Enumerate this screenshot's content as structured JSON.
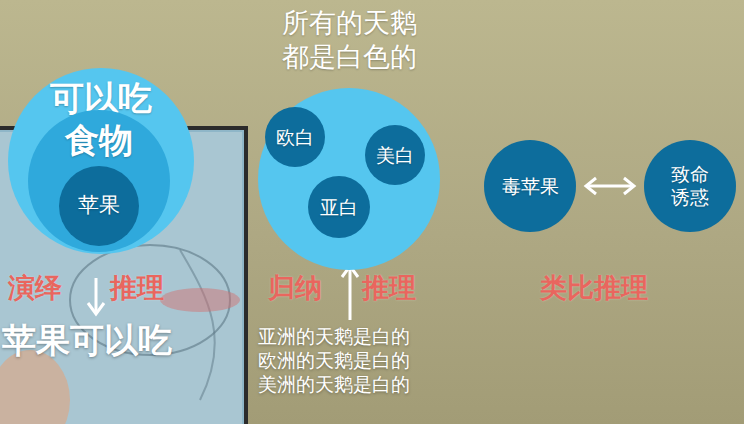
{
  "diagram": {
    "nodes": [
      {
        "text": [
          "可以吃"
        ]
      },
      {
        "text": [
          "食物"
        ],
        "in": 0
      },
      {
        "text": [
          "苹果"
        ],
        "in": 1
      },
      {
        "text": [
          "所有的天鹅 都是白色的"
        ]
      },
      {
        "text": [
          "欧白"
        ],
        "in": 3
      },
      {
        "text": [
          "美白"
        ],
        "in": 3
      },
      {
        "text": [
          "亚白"
        ],
        "in": 3
      },
      {
        "text": [
          "毒苹果"
        ]
      },
      {
        "text": [
          "致命 诱惑"
        ]
      }
    ],
    "edges": [
      {
        "from": 7,
        "to": 8,
        "arrow": "both"
      }
    ],
    "labels": [
      "演绎",
      "推理",
      "苹果可以吃",
      "归纳",
      "推理",
      "亚洲的天鹅是白的",
      "欧洲的天鹅是白的",
      "美洲的天鹅是白的",
      "类比推理"
    ]
  }
}
